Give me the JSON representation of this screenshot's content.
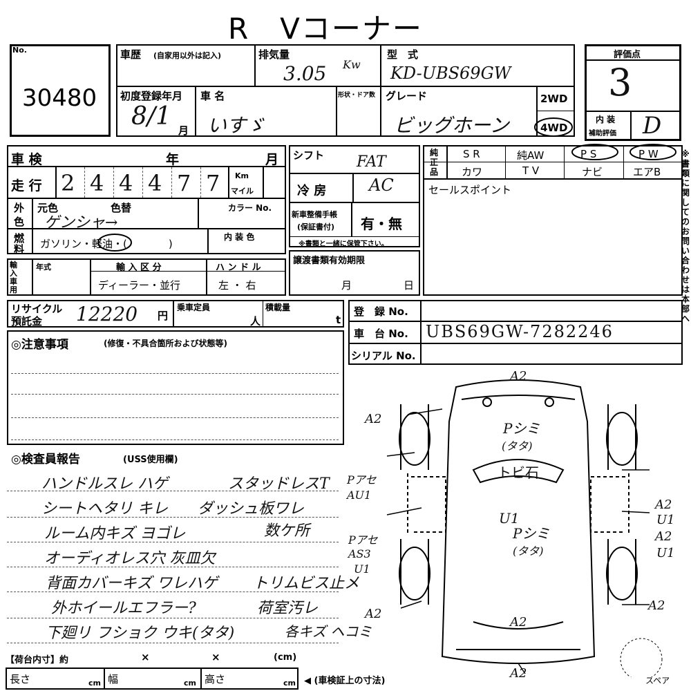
{
  "header": {
    "title": "R　Vコーナー"
  },
  "lot": {
    "label": "No.",
    "number": "30480"
  },
  "history": {
    "label": "車歴",
    "note": "(自家用以外は記入)"
  },
  "displacement": {
    "label": "排気量",
    "value": "3.05",
    "unit": "Kw"
  },
  "model": {
    "label": "型　式",
    "value": "KD-UBS69GW"
  },
  "score": {
    "label": "評価点",
    "value": "3"
  },
  "first_reg": {
    "label": "初度登録年月",
    "value": "8/1",
    "suffix": "月"
  },
  "car_name": {
    "label": "車 名",
    "value": "いすゞ"
  },
  "shape": {
    "label": "形状・ドア数"
  },
  "grade": {
    "label": "グレード",
    "value": "ビッグホーン"
  },
  "drive": {
    "opt1": "2WD",
    "opt2": "4WD"
  },
  "interior": {
    "label1": "内 装",
    "label2": "補助評価",
    "value": "D"
  },
  "inspection": {
    "label": "車 検",
    "year": "年",
    "month": "月"
  },
  "mileage": {
    "label": "走 行",
    "digits": [
      "2",
      "4",
      "4",
      "4",
      "7",
      "7"
    ],
    "unit1": "Km",
    "unit2": "マイル"
  },
  "color": {
    "label1": "外",
    "label2": "色",
    "orig_label": "元色",
    "change_label": "色替",
    "orig_value": "ゲンシャ→",
    "code_label": "カラー No."
  },
  "fuel": {
    "label1": "燃",
    "label2": "料",
    "options": "ガソリン・軽油・(　　　　)",
    "interior_color": "内 装 色"
  },
  "import": {
    "label": "輸入車用",
    "year_label": "年式",
    "category_label": "輸 入 区 分",
    "category_value": "ディーラー・並行",
    "handle_label": "ハ ン ド ル",
    "handle_value": "左 ・ 右"
  },
  "shift": {
    "label": "シフト",
    "value": "FAT"
  },
  "ac": {
    "label": "冷 房",
    "value": "AC"
  },
  "manual": {
    "label1": "新車整備手帳",
    "label2": "(保証書付)",
    "value": "有・無",
    "note": "※書類と一緒に保管下さい。"
  },
  "transfer": {
    "label": "譲渡書類有効期限",
    "month": "月",
    "day": "日"
  },
  "equipment": {
    "label1": "純",
    "label2": "正",
    "label3": "品",
    "row1": [
      "S R",
      "純AW",
      "P S",
      "P W"
    ],
    "row2": [
      "カワ",
      "T V",
      "ナビ",
      "エアB"
    ]
  },
  "sales_point": {
    "label": "セールスポイント"
  },
  "recycle": {
    "label1": "リサイクル",
    "label2": "預託金",
    "value": "12220",
    "unit": "円"
  },
  "capacity": {
    "label": "乗車定員",
    "unit": "人"
  },
  "load": {
    "label": "積載量",
    "unit": "t"
  },
  "registration": {
    "label": "登　録 No."
  },
  "chassis": {
    "label": "車　台 No.",
    "value": "UBS69GW-7282246"
  },
  "serial": {
    "label": "シリアル No."
  },
  "caution": {
    "label": "◎注意事項",
    "note": "(修復・不具合箇所および状態等)"
  },
  "inspector": {
    "label": "◎検査員報告",
    "note": "(USS使用欄)",
    "lines": [
      "ハンドルスレ ハゲ",
      "スタッドレスT",
      "シートヘタリ キレ",
      "ダッシュ板ワレ",
      "ルーム内キズ ヨゴレ",
      "数ケ所",
      "オーディオレス穴 灰皿欠",
      "背面カバーキズ ワレハゲ",
      "トリムビス止メ",
      "外ホイールエフラー?",
      "荷室汚レ",
      "下廻リ フショク ウキ(タタ)",
      "各キズ ヘコミ"
    ]
  },
  "damage": {
    "top": "A2",
    "front_left": "A2",
    "roof": "Pシミ",
    "roof2": "(タタ)",
    "hood": "トビ石",
    "center": "U1",
    "rear_roof": "Pシミ",
    "rear_roof2": "(タタ)",
    "left_top1": "PアセAU1",
    "left_top2": "",
    "left_mid1": "Pアセ",
    "left_mid2": "AS3",
    "left_mid3": "U1",
    "left_bottom": "A2",
    "right_top1": "A2",
    "right_top2": "U1",
    "right_mid1": "A2",
    "right_mid2": "U1",
    "right_bottom": "A2",
    "back": "A2",
    "bottom": "A2"
  },
  "cargo": {
    "label": "【荷台内寸】約",
    "x1": "×",
    "x2": "×",
    "unit": "(cm)"
  },
  "dims": {
    "length": "長さ",
    "width": "幅",
    "height": "高さ",
    "unit": "cm",
    "note": "◀ (車検証上の寸法)"
  },
  "spare": {
    "label": "スペア"
  },
  "side_text": "※書類に関してのお問い合わせは本部へ"
}
